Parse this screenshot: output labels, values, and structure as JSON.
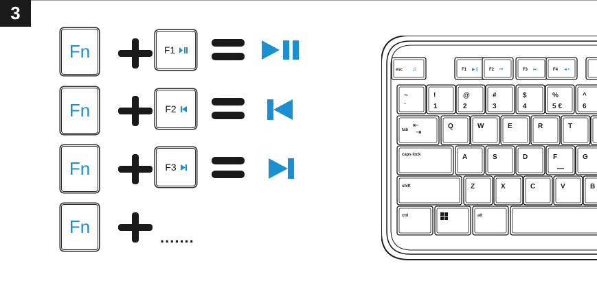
{
  "step": {
    "number": "3"
  },
  "combos": [
    {
      "modifier": "Fn",
      "fkey": "F1",
      "media_icon": "play-pause-icon"
    },
    {
      "modifier": "Fn",
      "fkey": "F2",
      "media_icon": "previous-track-icon"
    },
    {
      "modifier": "Fn",
      "fkey": "F3",
      "media_icon": "next-track-icon"
    },
    {
      "modifier": "Fn",
      "continuation": "......."
    }
  ],
  "keyboard": {
    "fkeys": [
      "F1",
      "F2",
      "F3",
      "F4"
    ],
    "esc": "esc",
    "row_num": [
      {
        "top": "~",
        "bottom": "`"
      },
      {
        "top": "!",
        "bottom": "1"
      },
      {
        "top": "@",
        "bottom": "2"
      },
      {
        "top": "#",
        "bottom": "3"
      },
      {
        "top": "$",
        "bottom": "4"
      },
      {
        "top": "%",
        "bottom": "5 €"
      },
      {
        "top": "^",
        "bottom": "6"
      }
    ],
    "tab": "tab",
    "row_q": [
      "Q",
      "W",
      "E",
      "R",
      "T"
    ],
    "caps": "caps lock",
    "row_a": [
      "A",
      "S",
      "D",
      "F",
      "G"
    ],
    "shift": "shift",
    "row_z": [
      "Z",
      "X",
      "C",
      "V",
      "B"
    ],
    "ctrl": "ctrl",
    "alt": "alt"
  },
  "colors": {
    "accent": "#1a8fd1",
    "ink": "#1a1a1a"
  }
}
